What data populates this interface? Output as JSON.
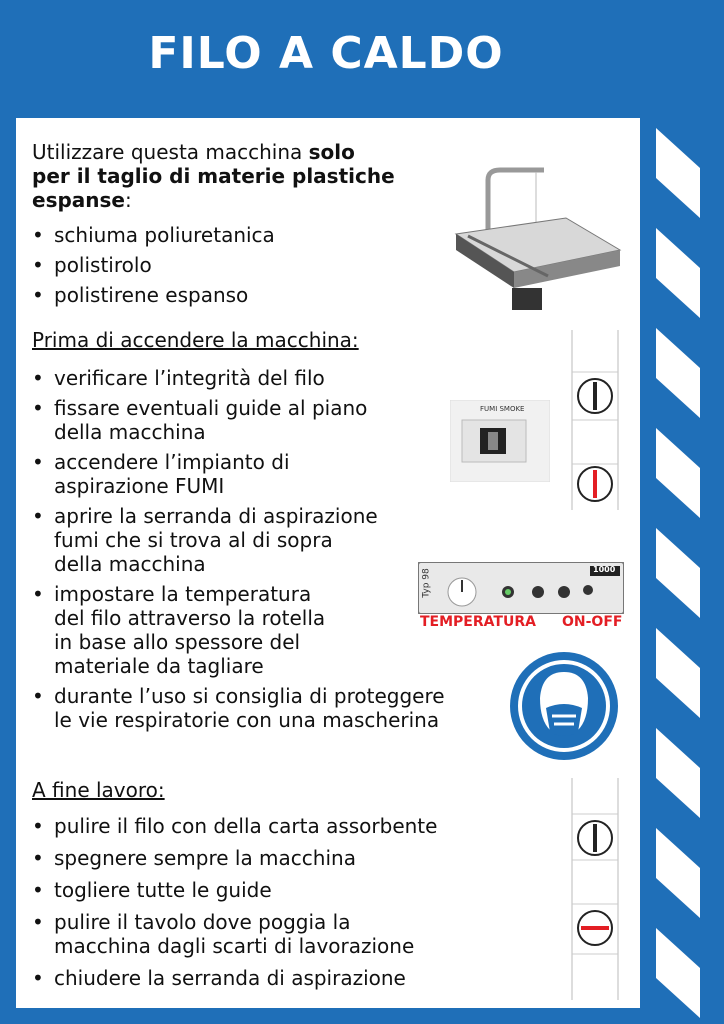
{
  "title": "FILO A CALDO",
  "intro": {
    "prefix": "Utilizzare questa macchina ",
    "bold1": "solo",
    "bold2": "per il taglio di materie plastiche",
    "bold3": "espanse",
    "suffix": ":",
    "items": [
      "schiuma poliuretanica",
      "polistirolo",
      "polistirene espanso"
    ]
  },
  "before": {
    "heading": "Prima di accendere la macchina:",
    "items": [
      [
        "verificare l’integrità del filo"
      ],
      [
        "fissare eventuali guide al piano",
        "della macchina"
      ],
      [
        "accendere l’impianto di",
        "aspirazione FUMI"
      ],
      [
        "aprire la serranda di aspirazione",
        "fumi che si trova al di sopra",
        "della macchina"
      ],
      [
        "impostare la temperatura",
        "del filo attraverso la rotella",
        "in base allo spessore del",
        "materiale da tagliare"
      ],
      [
        "durante l’uso si consiglia di proteggere",
        "le vie respiratorie con una mascherina"
      ]
    ]
  },
  "after": {
    "heading": "A fine lavoro:",
    "items": [
      [
        "pulire il filo con della carta assorbente"
      ],
      [
        "spegnere sempre la macchina"
      ],
      [
        "togliere tutte le guide"
      ],
      [
        "pulire il tavolo dove poggia la",
        "macchina dagli scarti di lavorazione"
      ],
      [
        "chiudere la serranda di aspirazione"
      ]
    ]
  },
  "switch_label": "FUMI SMOKE",
  "control_panel": {
    "type_label": "Typ 98",
    "brand": "1000",
    "caption_temp": "TEMPERATURA",
    "caption_onoff": "ON-OFF"
  },
  "colors": {
    "blue": "#1f6fb8",
    "red": "#e31e24"
  }
}
